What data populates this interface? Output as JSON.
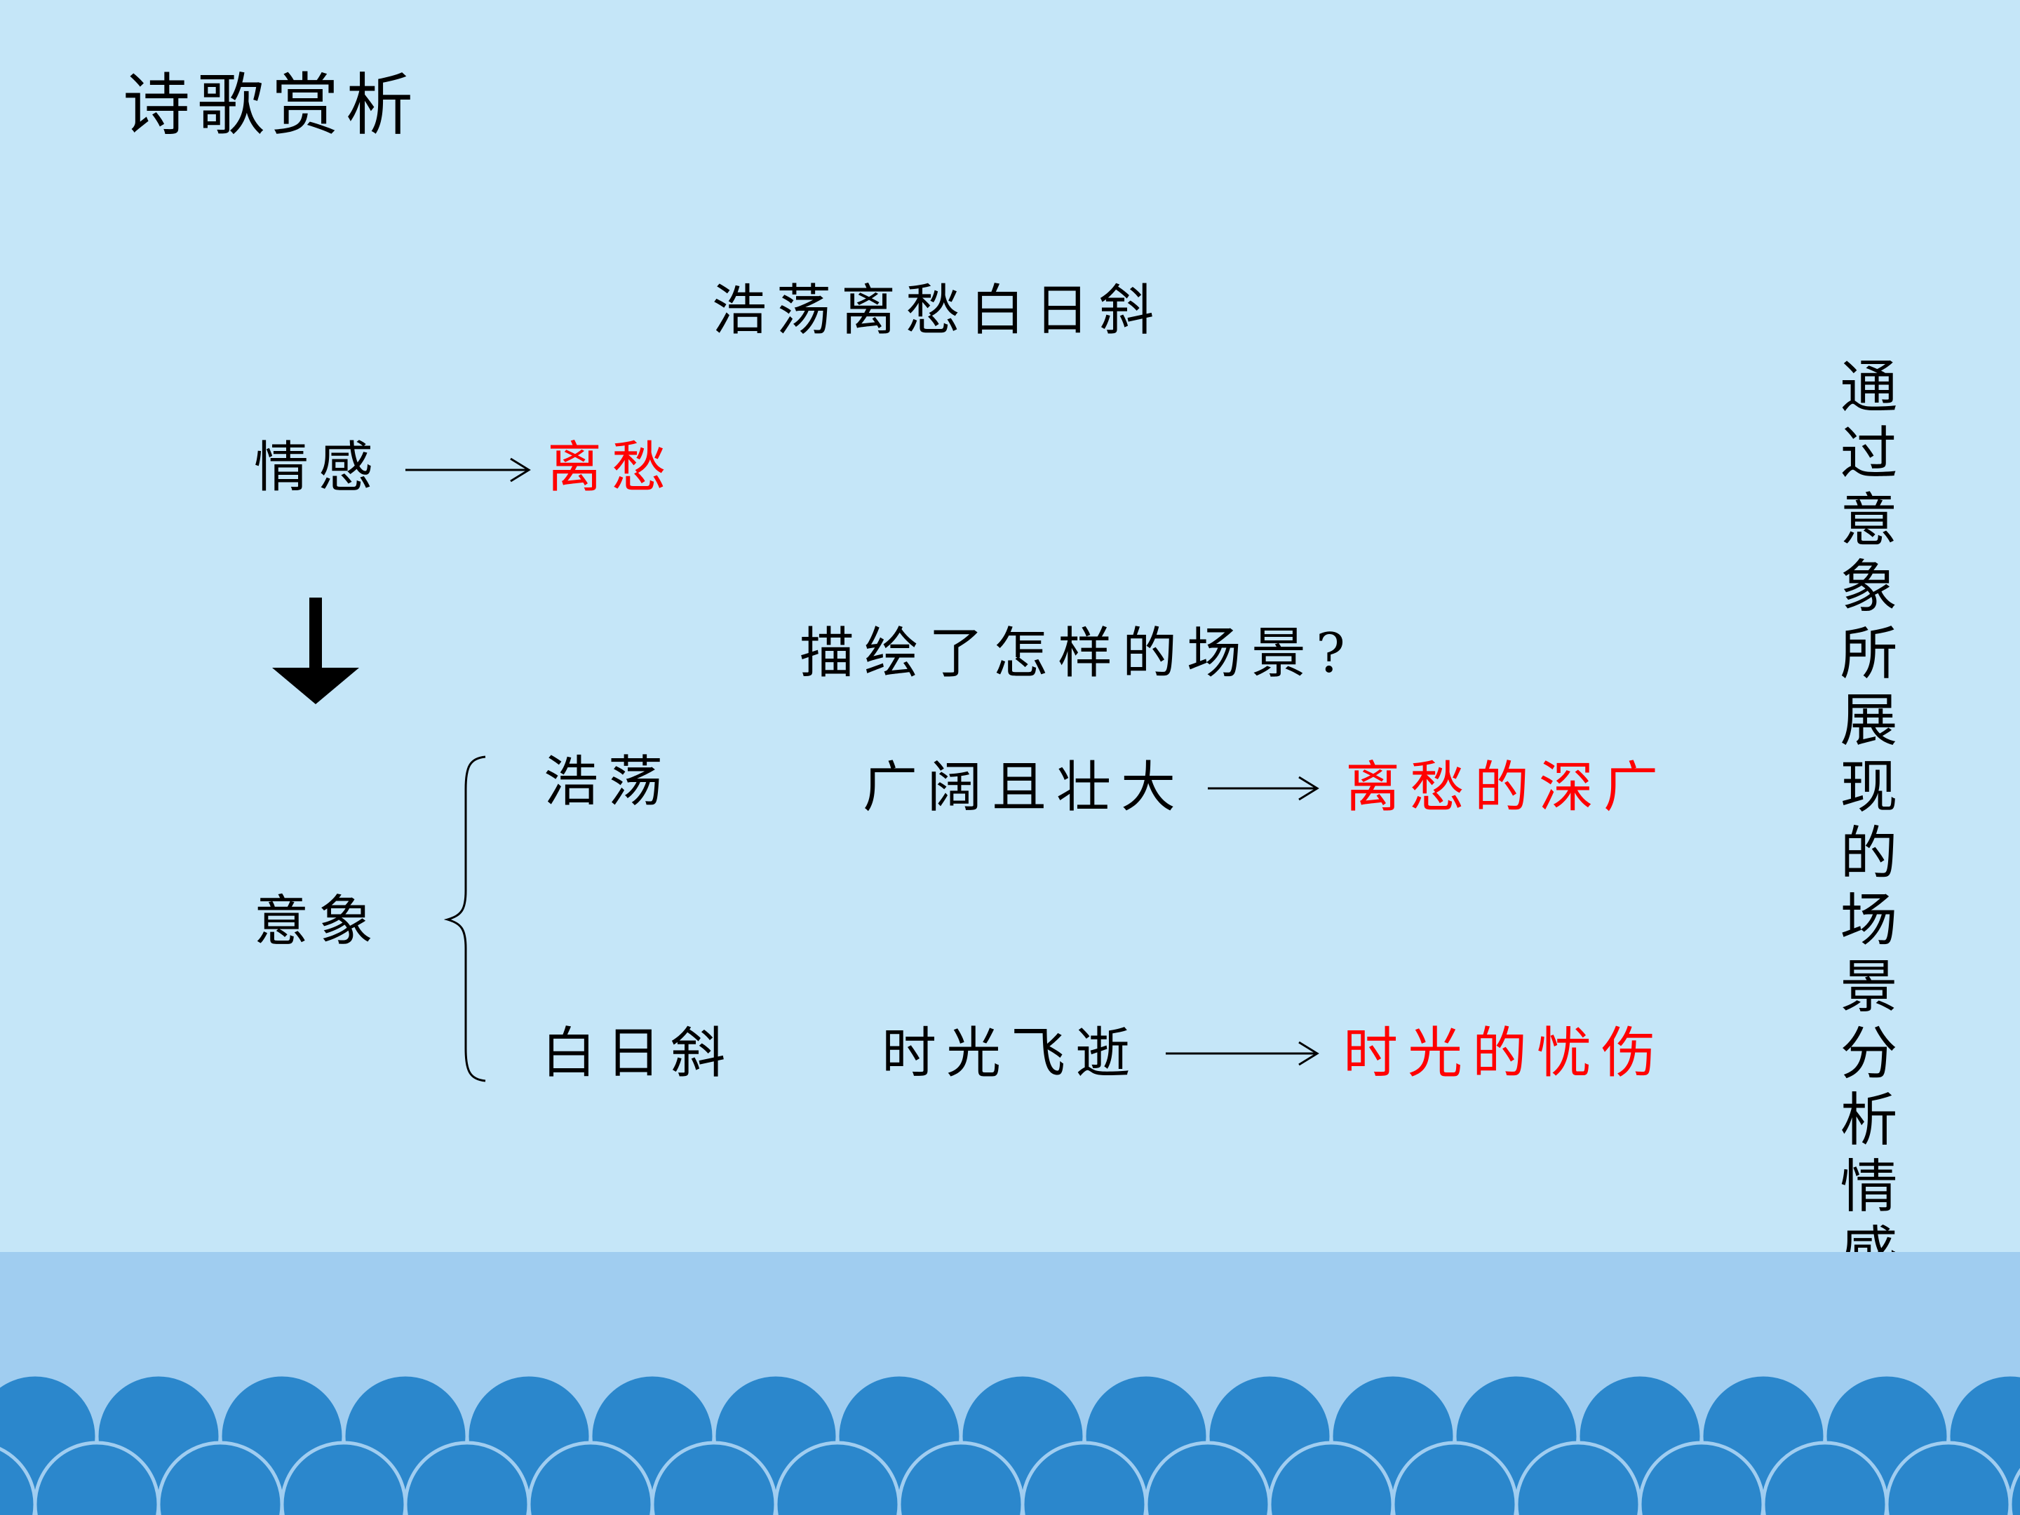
{
  "slide": {
    "title": "诗歌赏析",
    "poem_line": "浩荡离愁白日斜",
    "emotion_label": "情感",
    "emotion_value": "离愁",
    "question": "描绘了怎样的场景?",
    "imagery_label": "意象",
    "imagery_items": [
      {
        "image": "浩荡",
        "description": "广阔且壮大",
        "result": "离愁的深广"
      },
      {
        "image": "白日斜",
        "description": "时光飞逝",
        "result": "时光的忧伤"
      }
    ],
    "side_note": "通过意象所展现的场景分析情感"
  },
  "colors": {
    "background": "#c5e6f8",
    "sea_light": "#a0cdf0",
    "wave": "#2b87cc",
    "text": "#000000",
    "highlight": "#ff0000"
  }
}
